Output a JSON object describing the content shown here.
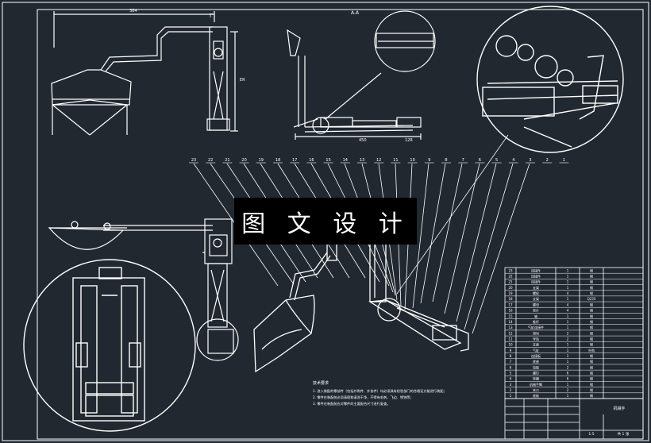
{
  "watermark": {
    "text": "图 文 设 计"
  },
  "section_label": "A-A",
  "dimensions": {
    "top_width": "384",
    "side_height": "ER",
    "bottom_left": "450",
    "bottom_right": "12R"
  },
  "view_markers": {
    "top": "Γ",
    "mid": "Γ"
  },
  "balloons": [
    "23",
    "22",
    "21",
    "20",
    "19",
    "18",
    "17",
    "16",
    "15",
    "14",
    "13",
    "12",
    "11",
    "10",
    "9",
    "8",
    "7",
    "6",
    "5",
    "4",
    "3",
    "2",
    "1"
  ],
  "notes": {
    "title": "技术要求",
    "lines": [
      "1. 进入装配的零部件（包括外购件、外协件）均必须具有检验部门的合格证方能进行装配；",
      "2. 零件在装配前必须清理和清洗干净，不得有毛刺、飞边、锈蚀等；",
      "3. 零件在装配前应对零件的主要配合尺寸进行复查。"
    ]
  },
  "parts_table": {
    "columns": 4,
    "rows": [
      [
        "23",
        "连接件",
        "1",
        "钢"
      ],
      [
        "22",
        "连接件",
        "1",
        "钢"
      ],
      [
        "21",
        "连接件",
        "1",
        "钢"
      ],
      [
        "20",
        "支架",
        "1",
        "钢"
      ],
      [
        "19",
        "螺栓",
        "4",
        "钢"
      ],
      [
        "18",
        "支架",
        "1",
        "Q235"
      ],
      [
        "17",
        "螺母",
        "4",
        "钢"
      ],
      [
        "16",
        "垫片",
        "4",
        "钢"
      ],
      [
        "15",
        "轴",
        "1",
        "钢"
      ],
      [
        "14",
        "推杆",
        "1",
        "钢"
      ],
      [
        "13",
        "气缸连接件",
        "1",
        "钢"
      ],
      [
        "12",
        "滑块",
        "2",
        "钢"
      ],
      [
        "11",
        "导轨",
        "2",
        "钢"
      ],
      [
        "10",
        "支座",
        "1",
        "钢"
      ],
      [
        "9",
        "气缸",
        "1",
        "外购"
      ],
      [
        "8",
        "连接板",
        "1",
        "钢"
      ],
      [
        "7",
        "底座",
        "1",
        "钢"
      ],
      [
        "6",
        "铰链",
        "2",
        "钢"
      ],
      [
        "5",
        "螺钉",
        "6",
        "钢"
      ],
      [
        "4",
        "垫圈",
        "6",
        "钢"
      ],
      [
        "3",
        "机械手臂",
        "1",
        "钢"
      ],
      [
        "2",
        "夹爪",
        "2",
        "钢"
      ],
      [
        "1",
        "底板",
        "1",
        "钢"
      ]
    ]
  },
  "title_block": {
    "drawing_title": "机械手",
    "scale": "1:5",
    "sheet": "共 1 张"
  }
}
